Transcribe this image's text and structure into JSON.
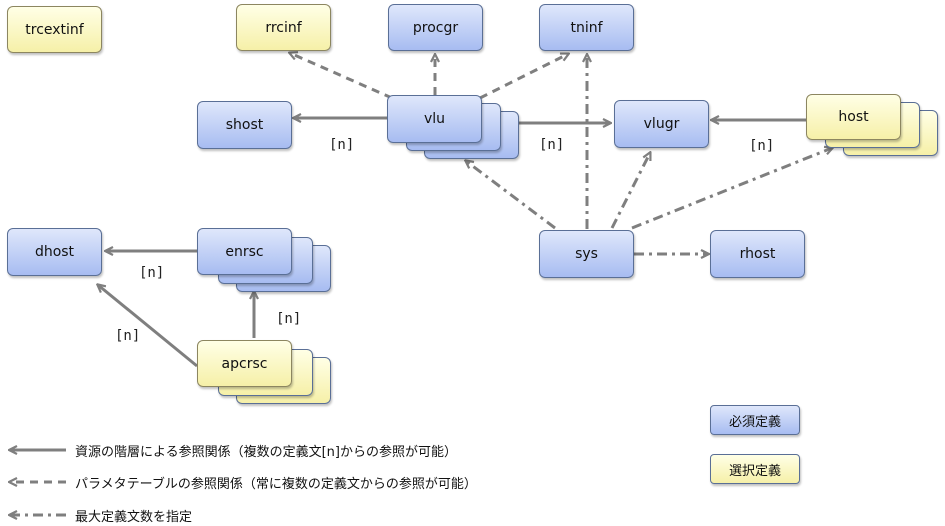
{
  "nodes": {
    "trcextinf": "trcextinf",
    "rrcinf": "rrcinf",
    "procgr": "procgr",
    "tninf": "tninf",
    "shost": "shost",
    "vlu": "vlu",
    "vlugr": "vlugr",
    "host": "host",
    "sys": "sys",
    "rhost": "rhost",
    "dhost": "dhost",
    "enrsc": "enrsc",
    "apcrsc": "apcrsc"
  },
  "multiplicity": "[n]",
  "legend": {
    "resource_hierarchy": "資源の階層による参照関係（複数の定義文[n]からの参照が可能）",
    "parameter_table": "パラメタテーブルの参照関係（常に複数の定義文からの参照が可能）",
    "max_definitions": "最大定義文数を指定",
    "required": "必須定義",
    "optional": "選択定義"
  },
  "colors": {
    "required_fill": "#b4c6f3",
    "optional_fill": "#f8f4b8",
    "arrow": "#7f7f7f"
  }
}
